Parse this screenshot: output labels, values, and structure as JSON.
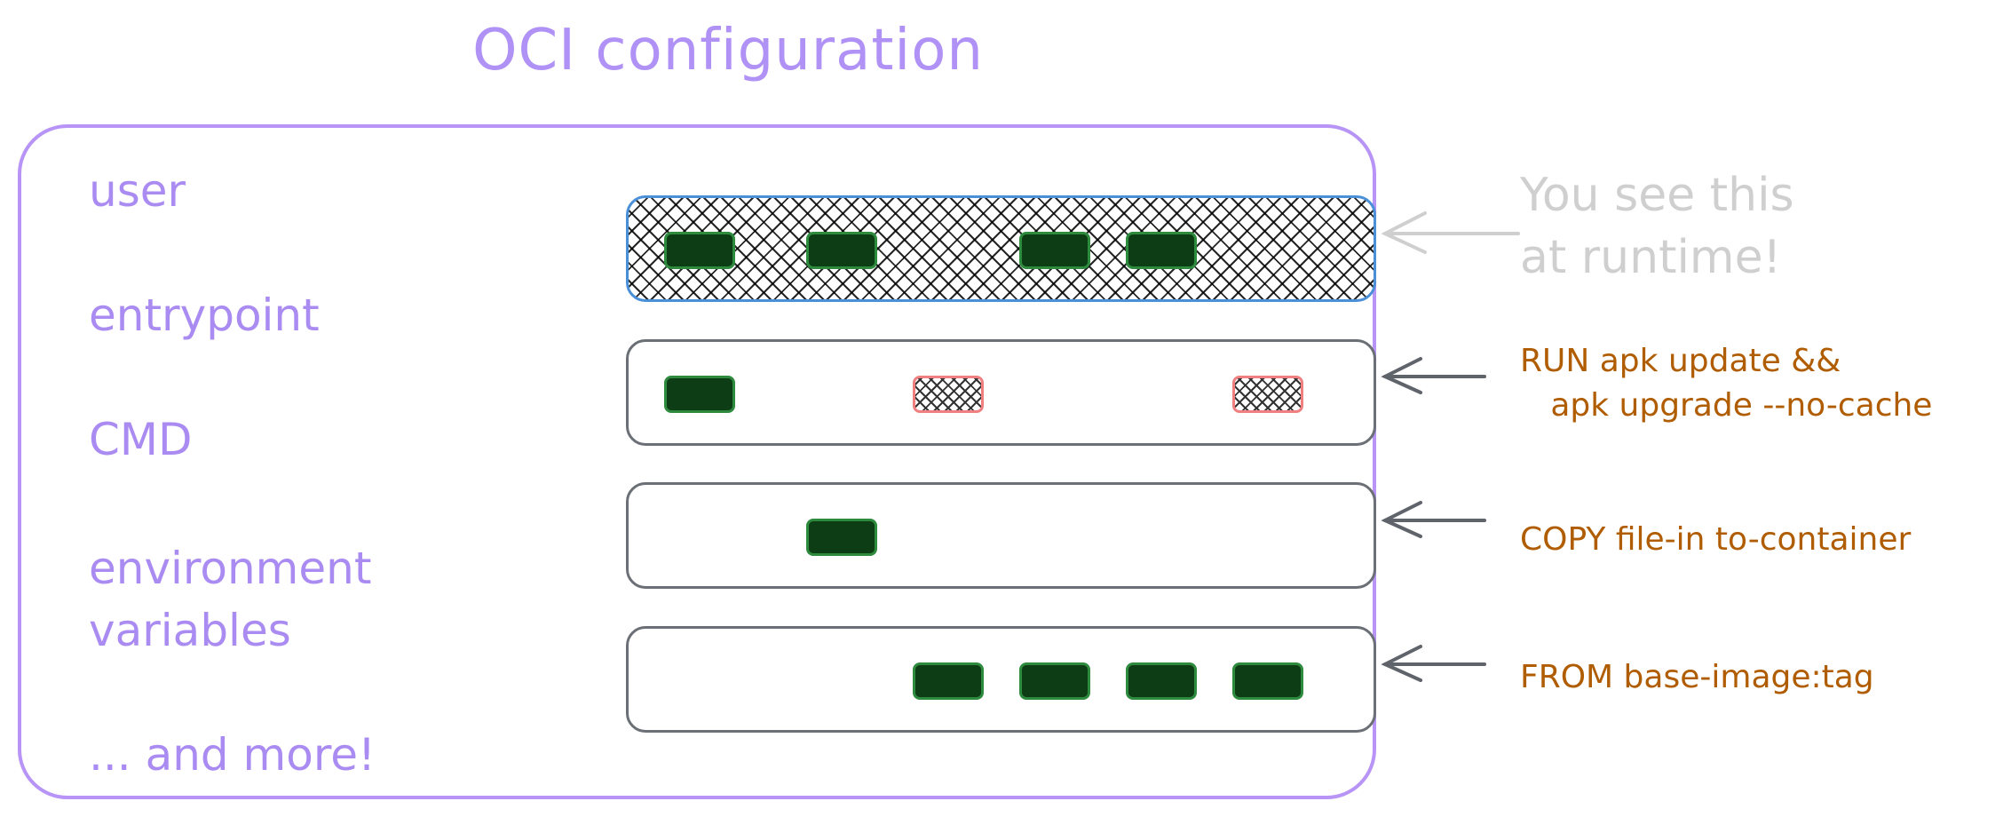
{
  "title": "OCI configuration",
  "labels": {
    "user": "user",
    "entrypoint": "entrypoint",
    "cmd": "CMD",
    "env_line1": "environment",
    "env_line2": "variables",
    "more": "... and more!"
  },
  "runtime_note": "You see this\nat runtime!",
  "instructions": {
    "run": "RUN apk update &&\n   apk upgrade --no-cache",
    "copy": "COPY file-in to-container",
    "from": "FROM base-image:tag"
  },
  "colors": {
    "purple": "#b794f6",
    "block_green": "#0c3d14",
    "block_border": "#2e8b3e",
    "deleted_red": "#f08080",
    "runtime_border": "#4a90d9",
    "instruction_orange": "#b05c00",
    "note_gray": "#cfcfcf"
  }
}
